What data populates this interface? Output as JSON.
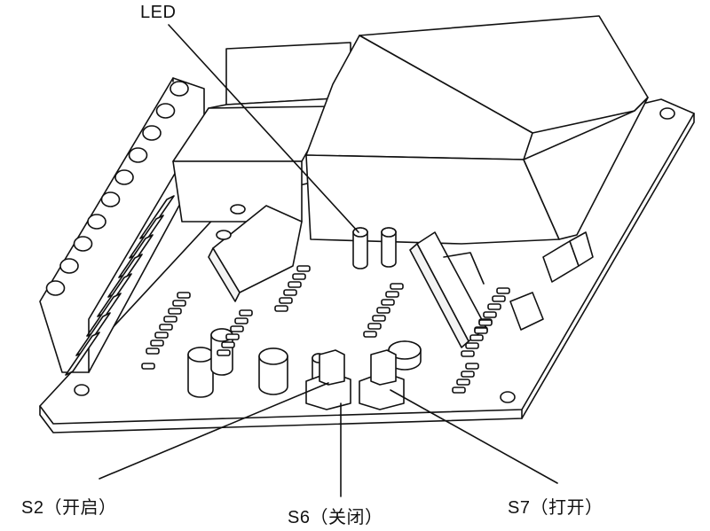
{
  "diagram": {
    "labels": {
      "led": "LED",
      "s2": "S2（开启）",
      "s6": "S6（关闭）",
      "s7": "S7（打开）"
    },
    "line_color": "#111111",
    "background": "#ffffff"
  }
}
